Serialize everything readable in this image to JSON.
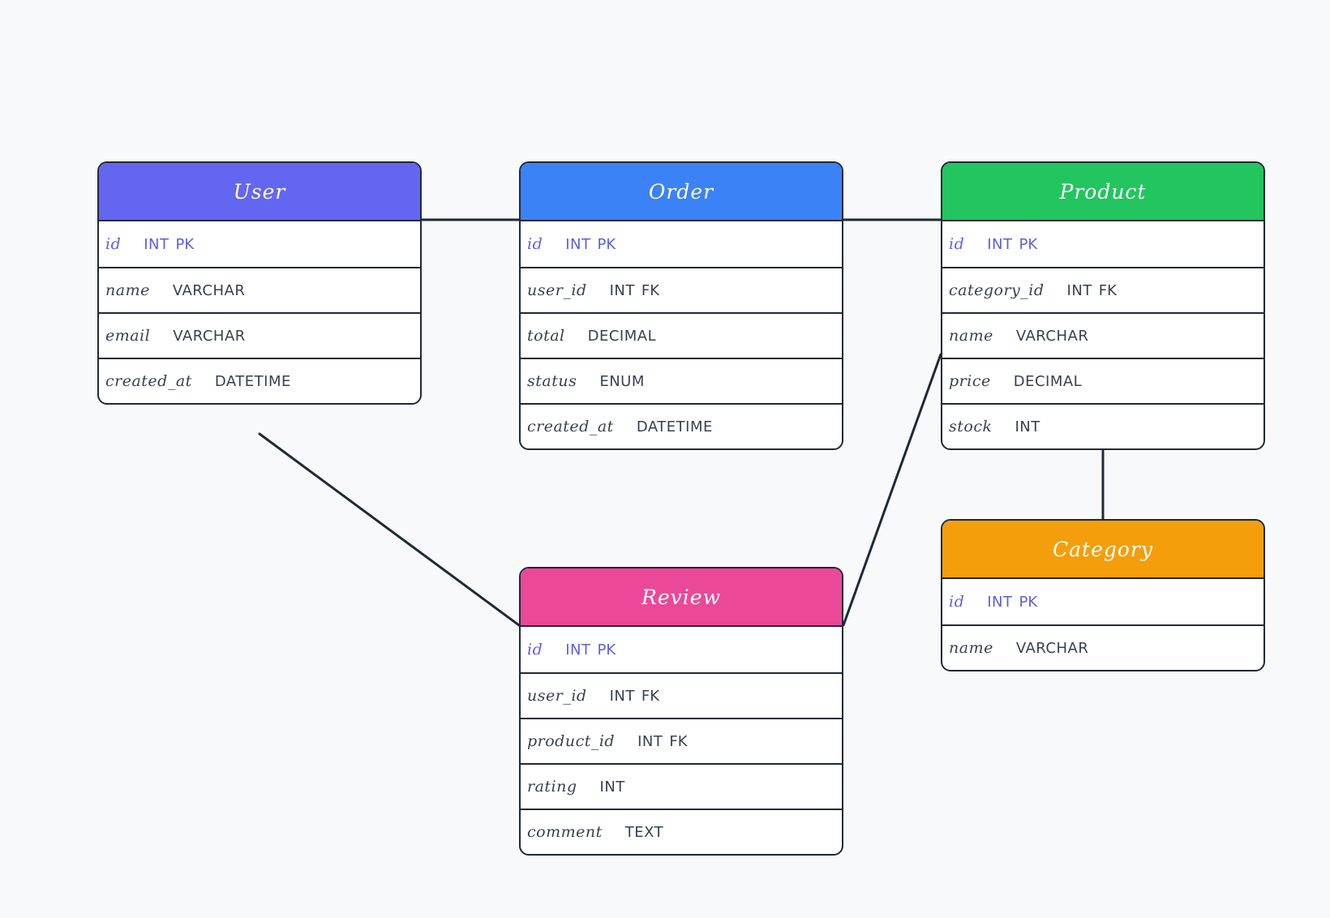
{
  "colors": {
    "background": "#f8f9fb",
    "stroke": "#1f2937",
    "pk_text": "#5b5fe0"
  },
  "entities": {
    "user": {
      "name": "User",
      "color": "#6366f1",
      "fields": [
        {
          "name": "id",
          "type": "INT",
          "key": "PK"
        },
        {
          "name": "name",
          "type": "VARCHAR",
          "key": ""
        },
        {
          "name": "email",
          "type": "VARCHAR",
          "key": ""
        },
        {
          "name": "created_at",
          "type": "DATETIME",
          "key": ""
        }
      ]
    },
    "order": {
      "name": "Order",
      "color": "#3b82f6",
      "fields": [
        {
          "name": "id",
          "type": "INT",
          "key": "PK"
        },
        {
          "name": "user_id",
          "type": "INT",
          "key": "FK"
        },
        {
          "name": "total",
          "type": "DECIMAL",
          "key": ""
        },
        {
          "name": "status",
          "type": "ENUM",
          "key": ""
        },
        {
          "name": "created_at",
          "type": "DATETIME",
          "key": ""
        }
      ]
    },
    "product": {
      "name": "Product",
      "color": "#22c55e",
      "fields": [
        {
          "name": "id",
          "type": "INT",
          "key": "PK"
        },
        {
          "name": "category_id",
          "type": "INT",
          "key": "FK"
        },
        {
          "name": "name",
          "type": "VARCHAR",
          "key": ""
        },
        {
          "name": "price",
          "type": "DECIMAL",
          "key": ""
        },
        {
          "name": "stock",
          "type": "INT",
          "key": ""
        }
      ]
    },
    "category": {
      "name": "Category",
      "color": "#f59e0b",
      "fields": [
        {
          "name": "id",
          "type": "INT",
          "key": "PK"
        },
        {
          "name": "name",
          "type": "VARCHAR",
          "key": ""
        }
      ]
    },
    "review": {
      "name": "Review",
      "color": "#ec4899",
      "fields": [
        {
          "name": "id",
          "type": "INT",
          "key": "PK"
        },
        {
          "name": "user_id",
          "type": "INT",
          "key": "FK"
        },
        {
          "name": "product_id",
          "type": "INT",
          "key": "FK"
        },
        {
          "name": "rating",
          "type": "INT",
          "key": ""
        },
        {
          "name": "comment",
          "type": "TEXT",
          "key": ""
        }
      ]
    }
  },
  "relationships": [
    {
      "from": "user",
      "to": "order"
    },
    {
      "from": "order",
      "to": "product"
    },
    {
      "from": "product",
      "to": "category"
    },
    {
      "from": "user",
      "to": "review"
    },
    {
      "from": "product",
      "to": "review"
    }
  ]
}
